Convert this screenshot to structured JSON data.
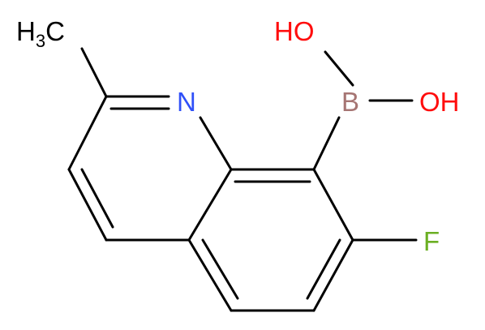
{
  "molecule": {
    "labels": {
      "methyl_h": "H",
      "methyl_sub": "3",
      "methyl_c": "C",
      "nitrogen": "N",
      "boron": "B",
      "hydroxyl_1": "HO",
      "hydroxyl_2": "OH",
      "fluorine": "F"
    },
    "colors": {
      "bond": "#000000",
      "carbon": "#000000",
      "nitrogen": "#3050F8",
      "boron": "#A67573",
      "oxygen": "#FF0D0D",
      "fluorine": "#6BAF23"
    }
  }
}
